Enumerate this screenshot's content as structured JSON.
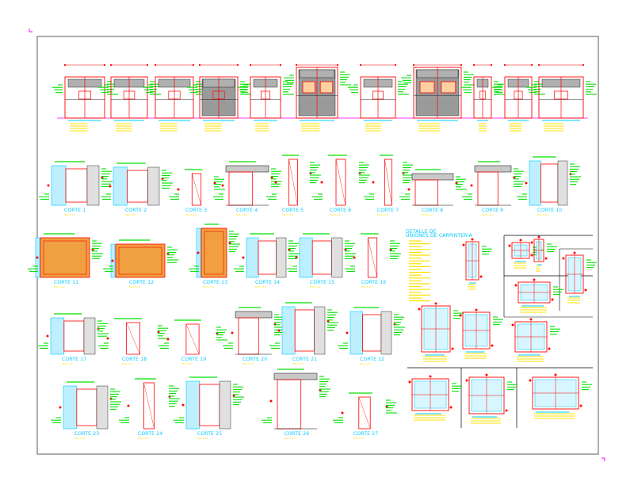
{
  "sheet": {
    "background": "#ffffff",
    "border_color": "#8a8a8a",
    "colors": {
      "cyan": "#00c8ff",
      "red": "#ff0000",
      "green": "#00e000",
      "yellow": "#ffe000",
      "magenta": "#ff00ff",
      "grey_fill": "#9a9a9a",
      "black": "#000000"
    }
  },
  "elevations": [
    {
      "id": 1,
      "panel": false
    },
    {
      "id": 2,
      "panel": false
    },
    {
      "id": 3,
      "panel": false
    },
    {
      "id": 4,
      "panel": true
    },
    {
      "id": 5,
      "panel": false
    },
    {
      "id": 6,
      "panel": true,
      "double": true
    },
    {
      "id": 7,
      "panel": false
    },
    {
      "id": 8,
      "panel": true,
      "double": true
    },
    {
      "id": 9,
      "panel": false
    },
    {
      "id": 10,
      "panel": false
    },
    {
      "id": 11,
      "panel": false
    }
  ],
  "sections": [
    {
      "label": "CORTE 1",
      "scale": "ESC 1:10"
    },
    {
      "label": "CORTE 2",
      "scale": "ESC 1:10"
    },
    {
      "label": "CORTE 3",
      "scale": "ESC 1:10"
    },
    {
      "label": "CORTE 4",
      "scale": "ESC 1:10"
    },
    {
      "label": "CORTE 5",
      "scale": "ESC 1:10"
    },
    {
      "label": "CORTE 6",
      "scale": "ESC 1:10"
    },
    {
      "label": "CORTE 7",
      "scale": "ESC 1:10"
    },
    {
      "label": "CORTE 8",
      "scale": "ESC 1:10"
    },
    {
      "label": "CORTE 9",
      "scale": "ESC 1:10"
    },
    {
      "label": "CORTE 10",
      "scale": "ESC 1:10"
    },
    {
      "label": "CORTE 11",
      "scale": "ESC 1:10"
    },
    {
      "label": "CORTE 12",
      "scale": "ESC 1:10"
    },
    {
      "label": "CORTE 13",
      "scale": "ESC 1:10"
    },
    {
      "label": "CORTE 14",
      "scale": "ESC 1:10"
    },
    {
      "label": "CORTE 15",
      "scale": "ESC 1:10"
    },
    {
      "label": "CORTE 16",
      "scale": "ESC 1:10"
    },
    {
      "label": "CORTE 17",
      "scale": "ESC 1:10"
    },
    {
      "label": "CORTE 18",
      "scale": "ESC 1:10"
    },
    {
      "label": "CORTE 19",
      "scale": "ESC 1:10"
    },
    {
      "label": "CORTE 20",
      "scale": "ESC 1:10"
    },
    {
      "label": "CORTE 21",
      "scale": "ESC 1:10"
    },
    {
      "label": "CORTE 22",
      "scale": "ESC 1:10"
    },
    {
      "label": "CORTE 23",
      "scale": "ESC 1:10"
    },
    {
      "label": "CORTE 24",
      "scale": "ESC 1:10"
    },
    {
      "label": "CORTE 25",
      "scale": "ESC 1:10"
    },
    {
      "label": "CORTE 26",
      "scale": "ESC 1:10"
    },
    {
      "label": "CORTE 27",
      "scale": "ESC 1:10"
    }
  ],
  "notes_block": {
    "title_line1": "DETALLE DE",
    "title_line2": "UNIONES DE CARPINTERIA"
  }
}
